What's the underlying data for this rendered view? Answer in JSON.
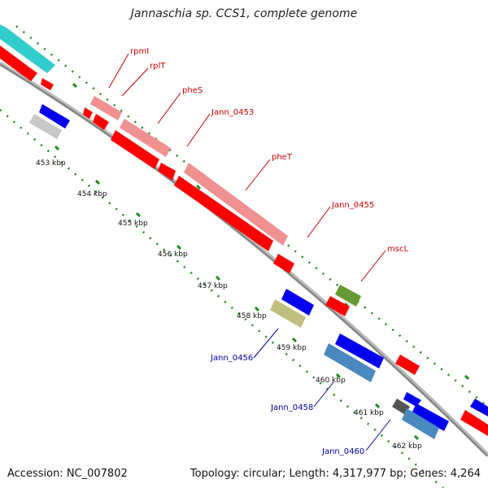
{
  "title": "Jannaschia sp. CCS1, complete genome",
  "accession": "Accession: NC_007802",
  "summary": "Topology: circular; Length: 4,317,977 bp; Genes: 4,264",
  "colors": {
    "background": "#ffffff",
    "backbone": "#888888",
    "tick_marks": "#1a8a1a",
    "rna": "#33cccc",
    "cds_red": "#ff0000",
    "cds_pink": "#f09090",
    "cds_blue": "#0000ee",
    "cds_steelblue": "#4a88c0",
    "cds_olive": "#669933",
    "cds_khaki": "#bfbf80",
    "cds_gray": "#c8c8c8",
    "cds_dark": "#555555",
    "label_red": "#cc0000",
    "label_blue": "#0000aa"
  },
  "ticks": [
    "453 kbp",
    "454 kbp",
    "455 kbp",
    "456 kbp",
    "457 kbp",
    "458 kbp",
    "459 kbp",
    "460 kbp",
    "461 kbp",
    "462 kbp"
  ],
  "gene_labels": [
    {
      "text": "rpmI",
      "color": "red"
    },
    {
      "text": "rplT",
      "color": "red"
    },
    {
      "text": "pheS",
      "color": "red"
    },
    {
      "text": "Jann_0453",
      "color": "red"
    },
    {
      "text": "pheT",
      "color": "red"
    },
    {
      "text": "Jann_0455",
      "color": "red"
    },
    {
      "text": "mscL",
      "color": "red"
    },
    {
      "text": "Jann_0456",
      "color": "blue"
    },
    {
      "text": "Jann_0458",
      "color": "blue"
    },
    {
      "text": "Jann_0460",
      "color": "blue"
    }
  ]
}
